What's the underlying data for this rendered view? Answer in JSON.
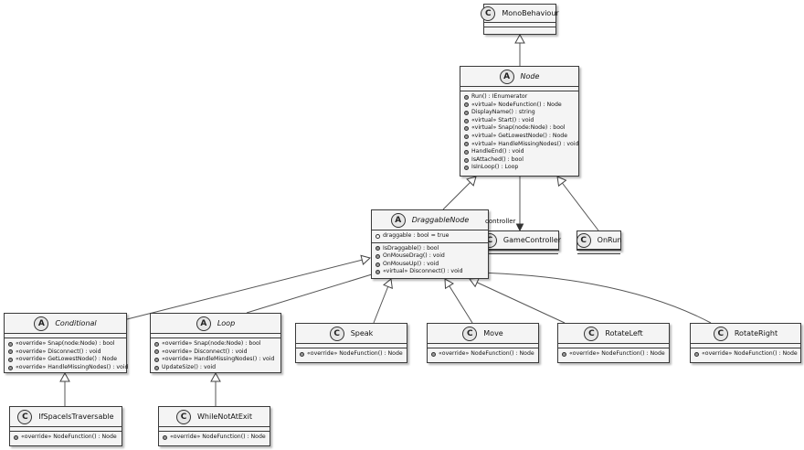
{
  "diagram": {
    "classes": {
      "monobehaviour": {
        "name": "MonoBehaviour",
        "stereo": "C",
        "abstract": false,
        "fields": [],
        "methods": []
      },
      "node": {
        "name": "Node",
        "stereo": "A",
        "abstract": true,
        "fields": [],
        "methods": [
          "Run() : IEnumerator",
          "«virtual» NodeFunction() : Node",
          "DisplayName() : string",
          "«virtual» Start() : void",
          "«virtual» Snap(node:Node) : bool",
          "«virtual» GetLowestNode() : Node",
          "«virtual» HandleMissingNodes() : void",
          "HandleEnd() : void",
          "IsAttached() : bool",
          "IsInLoop() : Loop"
        ]
      },
      "gamecontroller": {
        "name": "GameController",
        "stereo": "C",
        "abstract": false,
        "fields": [],
        "methods": []
      },
      "onrun": {
        "name": "OnRun",
        "stereo": "C",
        "abstract": false,
        "fields": [],
        "methods": []
      },
      "draggablenode": {
        "name": "DraggableNode",
        "stereo": "A",
        "abstract": true,
        "fields": [
          "draggable : bool = true"
        ],
        "methods": [
          "IsDraggable() : bool",
          "OnMouseDrag() : void",
          "OnMouseUp() : void",
          "«virtual» Disconnect() : void"
        ]
      },
      "conditional": {
        "name": "Conditional",
        "stereo": "A",
        "abstract": true,
        "fields": [],
        "methods": [
          "«override» Snap(node:Node) : bool",
          "«override» Disconnect() : void",
          "«override» GetLowestNode() : Node",
          "«override» HandleMissingNodes() : void"
        ]
      },
      "loop": {
        "name": "Loop",
        "stereo": "A",
        "abstract": true,
        "fields": [],
        "methods": [
          "«override» Snap(node:Node) : bool",
          "«override» Disconnect() : void",
          "«override» HandleMissingNodes() : void",
          "UpdateSize() : void"
        ]
      },
      "speak": {
        "name": "Speak",
        "stereo": "C",
        "abstract": false,
        "fields": [],
        "methods": [
          "«override» NodeFunction() : Node"
        ]
      },
      "move": {
        "name": "Move",
        "stereo": "C",
        "abstract": false,
        "fields": [],
        "methods": [
          "«override» NodeFunction() : Node"
        ]
      },
      "rotateleft": {
        "name": "RotateLeft",
        "stereo": "C",
        "abstract": false,
        "fields": [],
        "methods": [
          "«override» NodeFunction() : Node"
        ]
      },
      "rotateright": {
        "name": "RotateRight",
        "stereo": "C",
        "abstract": false,
        "fields": [],
        "methods": [
          "«override» NodeFunction() : Node"
        ]
      },
      "ifspaceistraversable": {
        "name": "IfSpaceIsTraversable",
        "stereo": "C",
        "abstract": false,
        "fields": [],
        "methods": [
          "«override» NodeFunction() : Node"
        ]
      },
      "whilenotatexit": {
        "name": "WhileNotAtExit",
        "stereo": "C",
        "abstract": false,
        "fields": [],
        "methods": [
          "«override» NodeFunction() : Node"
        ]
      }
    },
    "relations": [
      {
        "from": "node",
        "to": "monobehaviour",
        "kind": "inheritance"
      },
      {
        "from": "draggablenode",
        "to": "node",
        "kind": "inheritance"
      },
      {
        "from": "onrun",
        "to": "node",
        "kind": "inheritance"
      },
      {
        "from": "node",
        "to": "gamecontroller",
        "kind": "association",
        "label": "controller"
      },
      {
        "from": "conditional",
        "to": "draggablenode",
        "kind": "inheritance"
      },
      {
        "from": "loop",
        "to": "draggablenode",
        "kind": "inheritance"
      },
      {
        "from": "speak",
        "to": "draggablenode",
        "kind": "inheritance"
      },
      {
        "from": "move",
        "to": "draggablenode",
        "kind": "inheritance"
      },
      {
        "from": "rotateleft",
        "to": "draggablenode",
        "kind": "inheritance"
      },
      {
        "from": "rotateright",
        "to": "draggablenode",
        "kind": "inheritance"
      },
      {
        "from": "ifspaceistraversable",
        "to": "conditional",
        "kind": "inheritance"
      },
      {
        "from": "whilenotatexit",
        "to": "loop",
        "kind": "inheritance"
      }
    ]
  }
}
